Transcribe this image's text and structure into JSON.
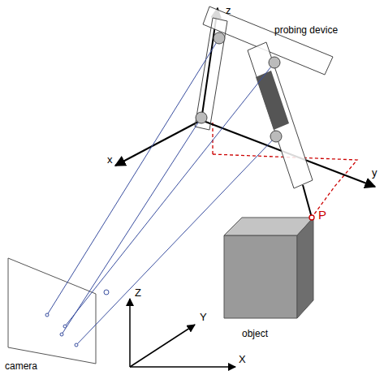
{
  "diagram": {
    "labels": [
      "z",
      "probing device",
      "x",
      "y",
      "P",
      "Z",
      "Y",
      "object",
      "camera",
      "X"
    ]
  }
}
